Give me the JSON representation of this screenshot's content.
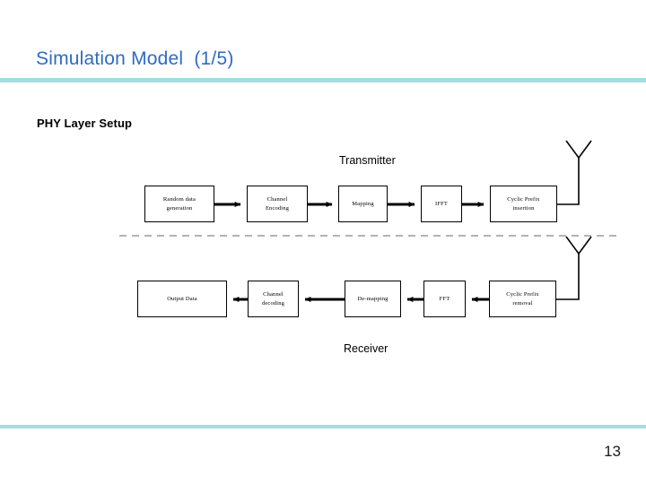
{
  "slide": {
    "title": "Simulation Model  (1/5)",
    "subtitle": "PHY Layer Setup",
    "page_number": "13",
    "accent_color": "#a6dcdc",
    "title_color": "#2f6bc4"
  },
  "diagram": {
    "transmitter_label": "Transmitter",
    "receiver_label": "Receiver",
    "transmitter_blocks": [
      {
        "label": "Random data\ngeneration"
      },
      {
        "label": "Channel\nEncoding"
      },
      {
        "label": "Mapping"
      },
      {
        "label": "IFFT"
      },
      {
        "label": "Cyclic Prefix\ninsertion"
      }
    ],
    "receiver_blocks": [
      {
        "label": "Output Data"
      },
      {
        "label": "Channel\ndecoding"
      },
      {
        "label": "De-mapping"
      },
      {
        "label": "FFT"
      },
      {
        "label": "Cyclic Prefix\nremoval"
      }
    ],
    "antennas": [
      {
        "name": "transmit-antenna"
      },
      {
        "name": "receive-antenna"
      }
    ],
    "channel_separator": "dashed"
  }
}
